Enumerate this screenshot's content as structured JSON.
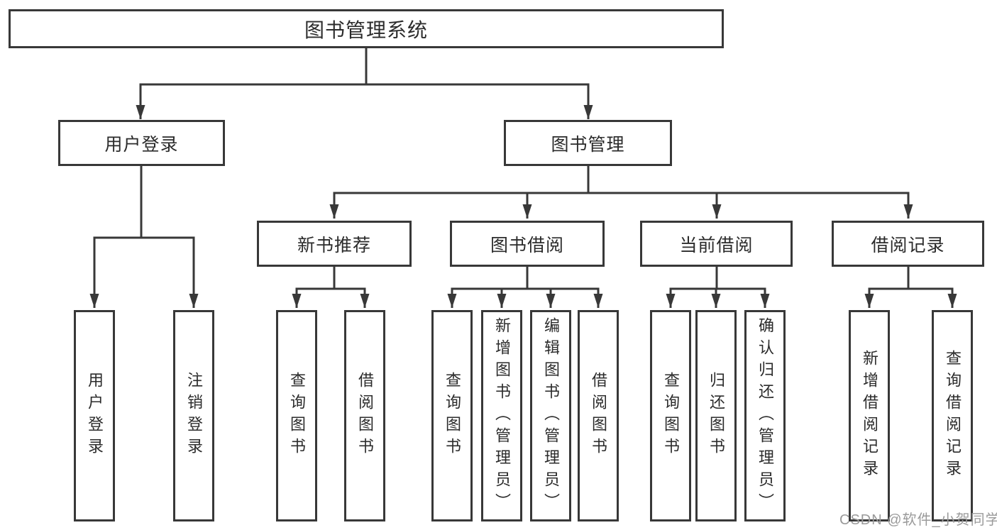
{
  "tree": {
    "label": "图书管理系统",
    "children": [
      {
        "label": "用户登录",
        "children": [
          {
            "label": "用户登录"
          },
          {
            "label": "注销登录"
          }
        ]
      },
      {
        "label": "图书管理",
        "children": [
          {
            "label": "新书推荐",
            "children": [
              {
                "label": "查询图书"
              },
              {
                "label": "借阅图书"
              }
            ]
          },
          {
            "label": "图书借阅",
            "children": [
              {
                "label": "查询图书"
              },
              {
                "label": "新增图书（管理员）"
              },
              {
                "label": "编辑图书（管理员）"
              },
              {
                "label": "借阅图书"
              }
            ]
          },
          {
            "label": "当前借阅",
            "children": [
              {
                "label": "查询图书"
              },
              {
                "label": "归还图书"
              },
              {
                "label": "确认归还（管理员）"
              }
            ]
          },
          {
            "label": "借阅记录",
            "children": [
              {
                "label": "新增借阅记录"
              },
              {
                "label": "查询借阅记录"
              }
            ]
          }
        ]
      }
    ]
  },
  "watermark": {
    "text": "CSDN @软件_小贺同学",
    "color": "#9a9a9a"
  },
  "colors": {
    "line": "#383838",
    "box_border": "#383838",
    "text": "#2b2b2b",
    "background": "#ffffff"
  }
}
